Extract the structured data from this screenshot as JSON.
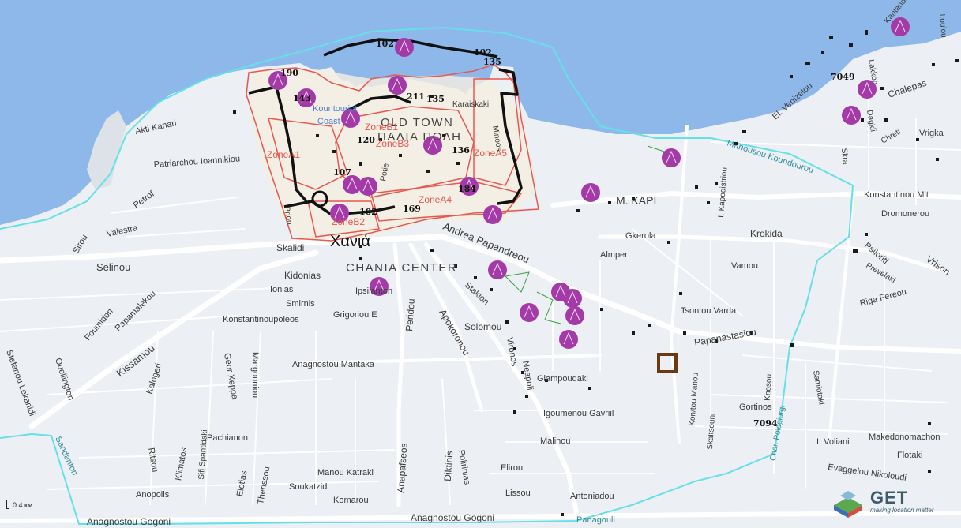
{
  "map": {
    "district_labels": {
      "old_town": "OLD TOWN",
      "old_town_greek": "ΠΑΛΙΑ ΠΟΛΗ",
      "chania_center": "CHANIA CENTER",
      "chania_greek": "Χανιά",
      "m_kapi": "M. KAPI"
    },
    "streets": {
      "akti_kanari": "Akti Kanari",
      "patriarchou": "Patriarchou Ioannikiou",
      "petrof": "Petrof",
      "valestra": "Valestra",
      "sirou": "Sirou",
      "selinou": "Selinou",
      "skalidi": "Skalidi",
      "kidonias": "Kidonias",
      "ionias": "Ionias",
      "smirnis": "Smirnis",
      "konstantinoupoleos": "Konstantinoupoleos",
      "grigoriou": "Grigoriou E",
      "ipsilanton": "Ipsilanton",
      "foumidon": "Foumidon",
      "papamalekou": "Papamalekou",
      "kissamou": "Kissamou",
      "kalogeri": "Kalogeri",
      "quellington": "Ouellington",
      "stefanou": "Stefanou Lekanidi",
      "geor_xeppa": "Geor Xeppa",
      "margouniou": "Margouniou",
      "anagnostou_mantaka": "Anagnostou Mantaka",
      "peridou": "Peridou",
      "apokoronou": "Apokoronou",
      "stakion": "Stakion",
      "solomou": "Solomou",
      "andrea_papandreou": "Andrea Papandreou",
      "pachianon": "Pachianon",
      "sifi": "Sifi Spantidaki",
      "ritsou": "Ritsou",
      "klimatos": "Klimatos",
      "anopolis": "Anopolis",
      "elotias": "Elotias",
      "therissou": "Therissou",
      "manou_katraki": "Manou Katraki",
      "soukatzidi": "Soukatzidi",
      "komarou": "Komarou",
      "anapafseos": "Anapafseos",
      "diktinis": "Diktinis",
      "polirinias": "Polirinias",
      "elirou": "Elirou",
      "lissou": "Lissou",
      "antoniadou": "Antoniadou",
      "malinou": "Malinou",
      "igoumenou_gavriil": "Igoumenou Gavriil",
      "giampoudaki": "Giampoudaki",
      "neapoli": "Neapoli",
      "vironos": "Vironos",
      "tsontou_varda": "Tsontou Varda",
      "almper": "Almper",
      "gkerola": "Gkerola",
      "krokida": "Krokida",
      "vamou": "Vamou",
      "i_kapodistriou": "I. Kapodistriou",
      "manousou_koundourou": "Manousou Koundourou",
      "konstantinou_mit": "Konstantinou Mit",
      "dromonerou": "Dromonerou",
      "psiloriti": "Psiloriti",
      "prevelaki": "Prevelaki",
      "vrison": "Vrison",
      "riga_fereou": "Riga Fereou",
      "papanastasiou": "Papanastasiou",
      "kon_tou_manou": "Kon/tou Manou",
      "skaltsouni": "Skaltsouni",
      "gortinos": "Gortinos",
      "knosou": "Knosou",
      "char_pologiorgi": "Char. Pologiorgi",
      "samiotaki": "Samiotaki",
      "makedonomachon": "Makedonomachon",
      "i_voliani": "I. Voliani",
      "flotaki": "Flotaki",
      "evaggelou": "Evaggelou Nikoloudi",
      "anagnostou_gogoni_left": "Anagnostou Gogoni",
      "anagnostou_gogoni_mid": "Anagnostou Gogoni",
      "panagouli": "Panagouli",
      "sandanton": "Sandanton",
      "el_venizelou": "El. Venizelou",
      "chalepas": "Chalepas",
      "lakkon": "Lakkon",
      "loulou": "Loulou",
      "dagkli": "Dagkli",
      "skra": "Skra",
      "vrigka": "Vrigka",
      "chreti": "Chreti",
      "kantanoleon": "Kantanoleon",
      "kountourioti": "Kountourioti",
      "coast": "Coast",
      "potie": "Potie",
      "minoos": "Minoos",
      "karaiskaki": "Karaiskaki",
      "prion": "Prion"
    },
    "zones": {
      "zone_b1": "ZoneB1",
      "zone_b3": "ZoneB3",
      "zone_a1": "ZoneA1",
      "zone_a5": "ZoneA5",
      "zone_a4": "ZoneA4",
      "zone_b2": "ZoneB2"
    },
    "codes": {
      "c102_top": "102",
      "c102_right": "102",
      "c135_right": "135",
      "c190": "190",
      "c143": "143",
      "c211": "211",
      "c135_mid": "135",
      "c120": "120",
      "c136": "136",
      "c107": "107",
      "c184": "184",
      "c102_bottom": "102",
      "c169": "169",
      "c7049": "7049",
      "c7094": "7094"
    },
    "scale_label": "0.4 км",
    "logo": {
      "name": "GET",
      "tagline": "making location matter"
    },
    "colors": {
      "sea": "#8fb8ea",
      "land": "#eceff3",
      "major_road": "#ffffff",
      "zone_outline": "#e8584f",
      "fortification": "#111111",
      "poi_marker": "#a33aa8",
      "boundary": "#66e0e8",
      "old_town_fill": "#f5efe0"
    }
  }
}
